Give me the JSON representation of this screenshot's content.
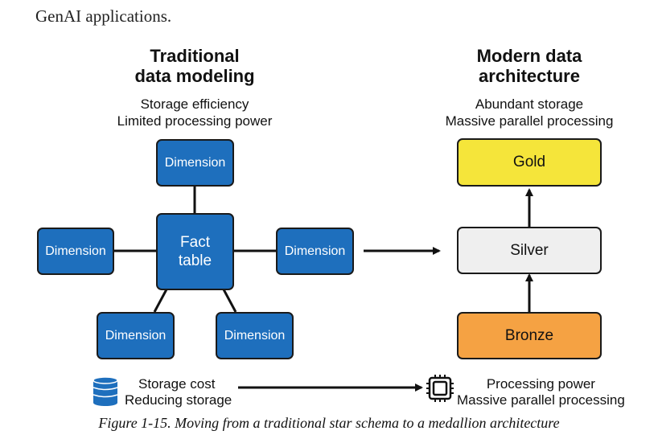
{
  "intro_text": "GenAI applications.",
  "left": {
    "heading_line1": "Traditional",
    "heading_line2": "data modeling",
    "sub_line1": "Storage efficiency",
    "sub_line2": "Limited processing power",
    "dimension_label": "Dimension",
    "fact_line1": "Fact",
    "fact_line2": "table",
    "bottom_line1": "Storage cost",
    "bottom_line2": "Reducing storage"
  },
  "right": {
    "heading_line1": "Modern data",
    "heading_line2": "architecture",
    "sub_line1": "Abundant storage",
    "sub_line2": "Massive parallel processing",
    "gold": "Gold",
    "silver": "Silver",
    "bronze": "Bronze",
    "bottom_line1": "Processing power",
    "bottom_line2": "Massive parallel processing"
  },
  "caption": "Figure 1-15. Moving from a traditional star schema to a medallion architecture",
  "colors": {
    "dimension": "#1e6fbd",
    "gold": "#f5e53a",
    "silver": "#efefef",
    "bronze": "#f5a243"
  },
  "icons": {
    "storage": "database-icon",
    "processing": "cpu-chip-icon"
  }
}
